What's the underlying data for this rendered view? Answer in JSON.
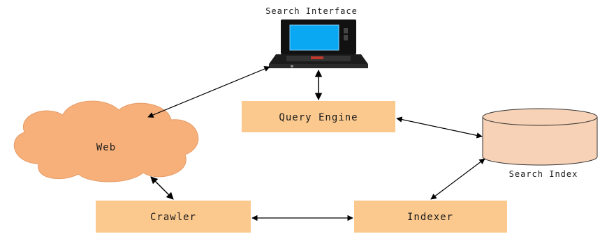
{
  "diagram": {
    "search_interface_label": "Search Interface",
    "query_engine_label": "Query Engine",
    "web_label": "Web",
    "search_index_label": "Search Index",
    "crawler_label": "Crawler",
    "indexer_label": "Indexer"
  },
  "colors": {
    "box_fill": "#fbc98e",
    "cloud_fill": "#f7b07a",
    "cylinder_fill": "#f7d2b6",
    "laptop_screen": "#0aa7f3",
    "arrow": "#000000"
  },
  "icons": {
    "laptop": "laptop-icon",
    "database": "database-cylinder-icon",
    "cloud": "cloud-icon"
  }
}
